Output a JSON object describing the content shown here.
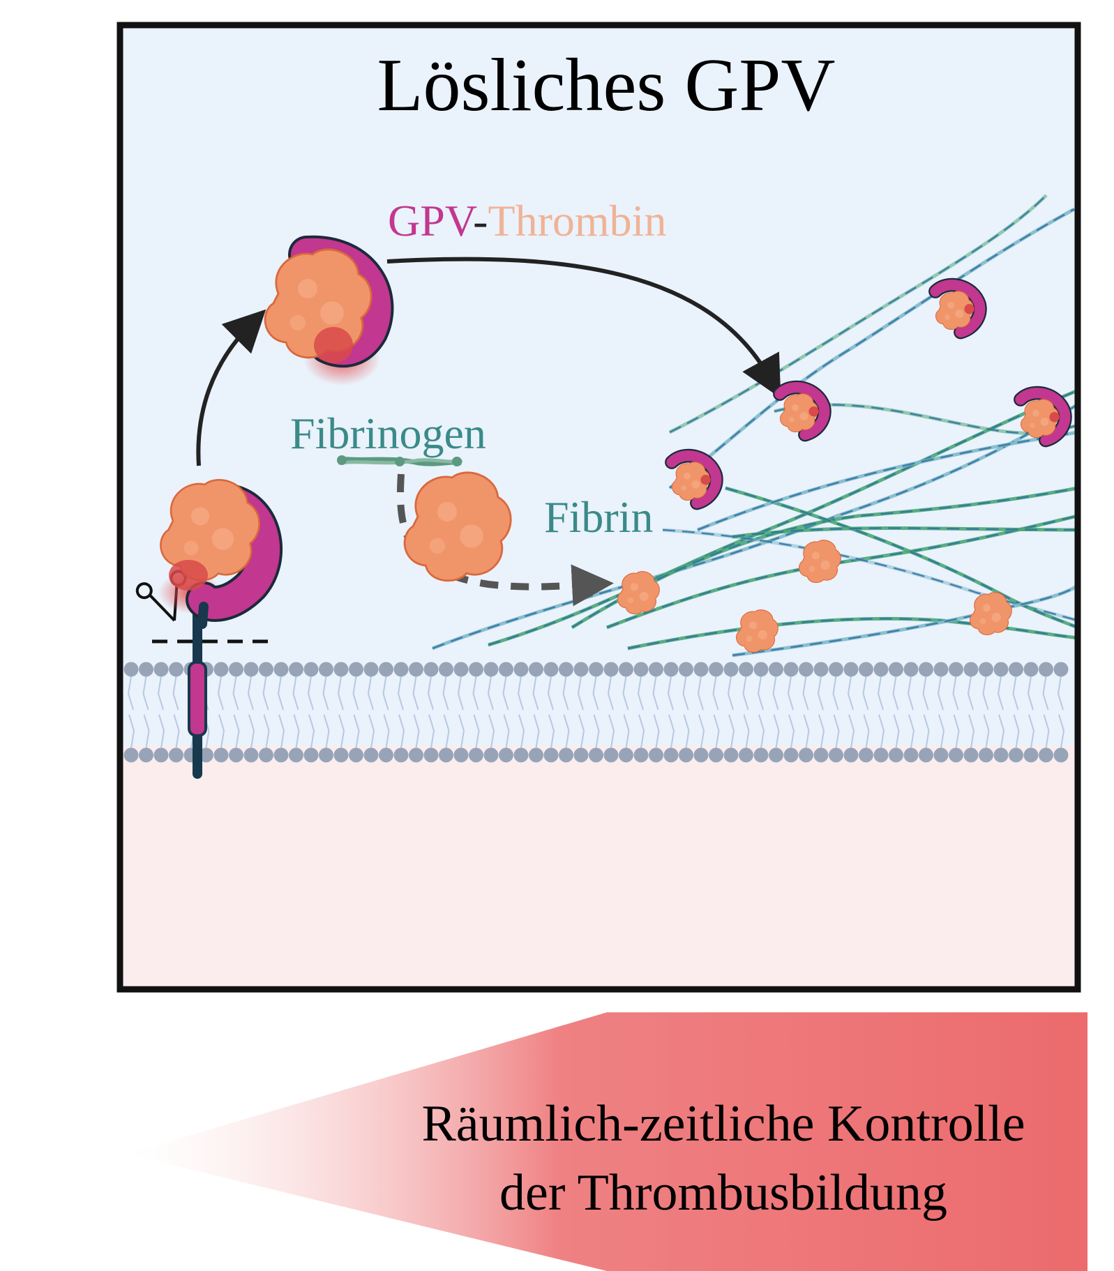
{
  "title": "Lösliches GPV",
  "labels": {
    "gpv": "GPV",
    "dash": "-",
    "thrombin": "Thrombin",
    "fibrinogen": "Fibrinogen",
    "fibrin": "Fibrin"
  },
  "footer": {
    "line1": "Räumlich-zeitliche Kontrolle",
    "line2": "der Thrombusbildung"
  },
  "colors": {
    "gpv": "#c2378f",
    "thrombin": "#f0b396",
    "fibrin": "#3a8a88",
    "extracellular": "#eaf2fc",
    "intracellular": "#fbeced",
    "membrane_head": "#97a4b8",
    "gradient_strong": "#ec6b6d",
    "receptor_stalk": "#17384d"
  },
  "icons": [
    "scissors-icon",
    "thrombin-protein",
    "gpv-receptor",
    "fibrin-fiber",
    "fibrinogen-molecule",
    "cell-membrane"
  ]
}
